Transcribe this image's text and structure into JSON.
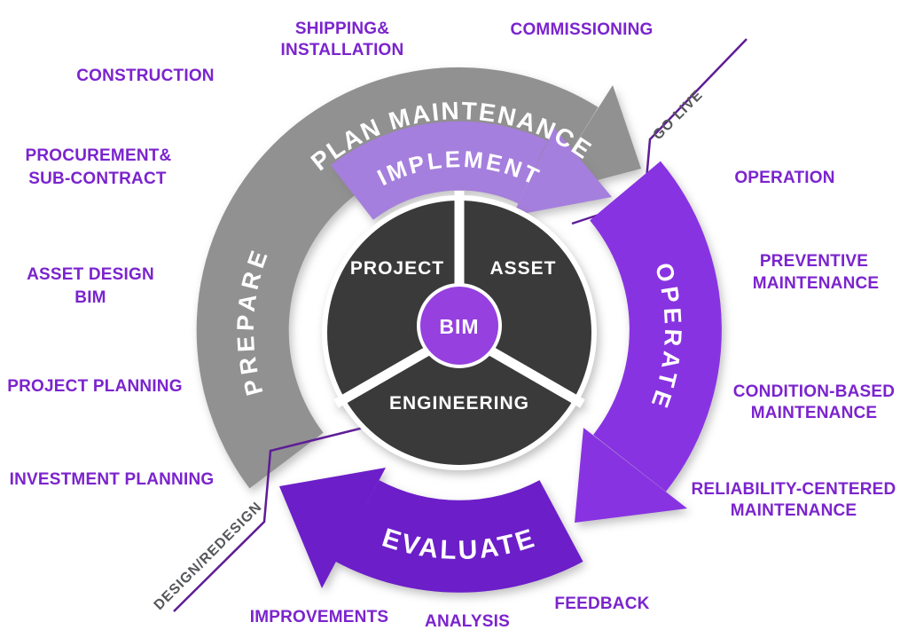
{
  "colors": {
    "background": "#ffffff",
    "gray_arc": "#919191",
    "implement_arc": "#a57fdd",
    "operate_arc": "#8833e2",
    "evaluate_arc": "#6c1ec9",
    "hub": "#9540df",
    "core": "#3b3a3a",
    "label_purple": "#7b24ce",
    "milestone_line": "#5e1d96",
    "milestone_text": "#56575b",
    "arc_text": "#ffffff"
  },
  "center": {
    "hub": "BIM",
    "segment_top_left": "PROJECT",
    "segment_top_right": "ASSET",
    "segment_bottom": "ENGINEERING"
  },
  "arcs": {
    "plan": "PLAN MAINTENANCE",
    "implement": "IMPLEMENT",
    "prepare": "PREPARE",
    "operate": "OPERATE",
    "evaluate": "EVALUATE"
  },
  "milestones": {
    "go_live": "GO LIVE",
    "design_redesign": "DESIGN/REDESIGN"
  },
  "labels": {
    "construction": "CONSTRUCTION",
    "shipping1": "SHIPPING&",
    "shipping2": "INSTALLATION",
    "commissioning": "COMMISSIONING",
    "procurement1": "PROCUREMENT&",
    "procurement2": "SUB-CONTRACT",
    "asset_design1": "ASSET DESIGN",
    "asset_design2": "BIM",
    "project_planning": "PROJECT PLANNING",
    "investment_planning": "INVESTMENT PLANNING",
    "operation": "OPERATION",
    "preventive1": "PREVENTIVE",
    "preventive2": "MAINTENANCE",
    "condition1": "CONDITION-BASED",
    "condition2": "MAINTENANCE",
    "reliability1": "RELIABILITY-CENTERED",
    "reliability2": "MAINTENANCE",
    "feedback": "FEEDBACK",
    "analysis": "ANALYSIS",
    "improvements": "IMPROVEMENTS"
  }
}
